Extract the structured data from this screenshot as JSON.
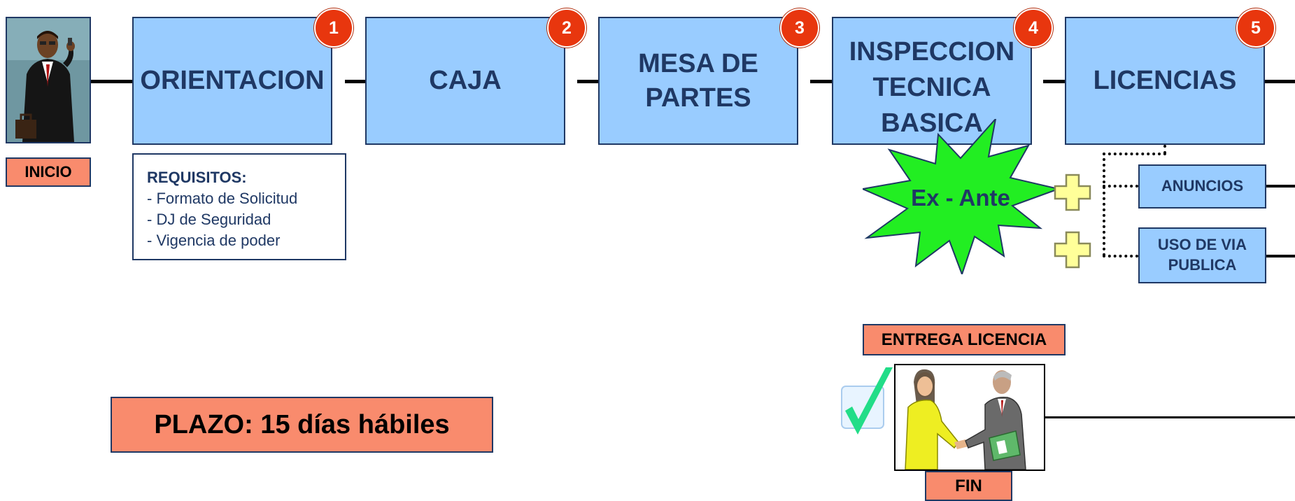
{
  "start": {
    "label": "INICIO"
  },
  "steps": [
    {
      "number": "1",
      "label": "ORIENTACION"
    },
    {
      "number": "2",
      "label": "CAJA"
    },
    {
      "number": "3",
      "label": "MESA DE\nPARTES"
    },
    {
      "number": "4",
      "label": "INSPECCION\nTECNICA\nBASICA"
    },
    {
      "number": "5",
      "label": "LICENCIAS"
    }
  ],
  "requirements": {
    "title": "REQUISITOS:",
    "items": [
      "- Formato de Solicitud",
      "- DJ de Seguridad",
      "- Vigencia de poder"
    ]
  },
  "ex_ante": "Ex - Ante",
  "sub_licenses": [
    {
      "label": "ANUNCIOS"
    },
    {
      "label": "USO DE VIA\nPUBLICA"
    }
  ],
  "delivery": {
    "label": "ENTREGA LICENCIA"
  },
  "end": {
    "label": "FIN"
  },
  "deadline": "PLAZO: 15 días hábiles",
  "icons": {
    "businessman": "businessman-phone-icon",
    "handshake": "handshake-icon",
    "check": "checkmark-icon",
    "plus": "plus-icon",
    "burst": "starburst-shape"
  },
  "colors": {
    "step_fill": "#99ccff",
    "label_fill": "#f98b6d",
    "badge": "#e8360e",
    "text_dark": "#1f3864",
    "burst": "#22ee22",
    "plus": "#ffff99",
    "check": "#22dd88"
  }
}
